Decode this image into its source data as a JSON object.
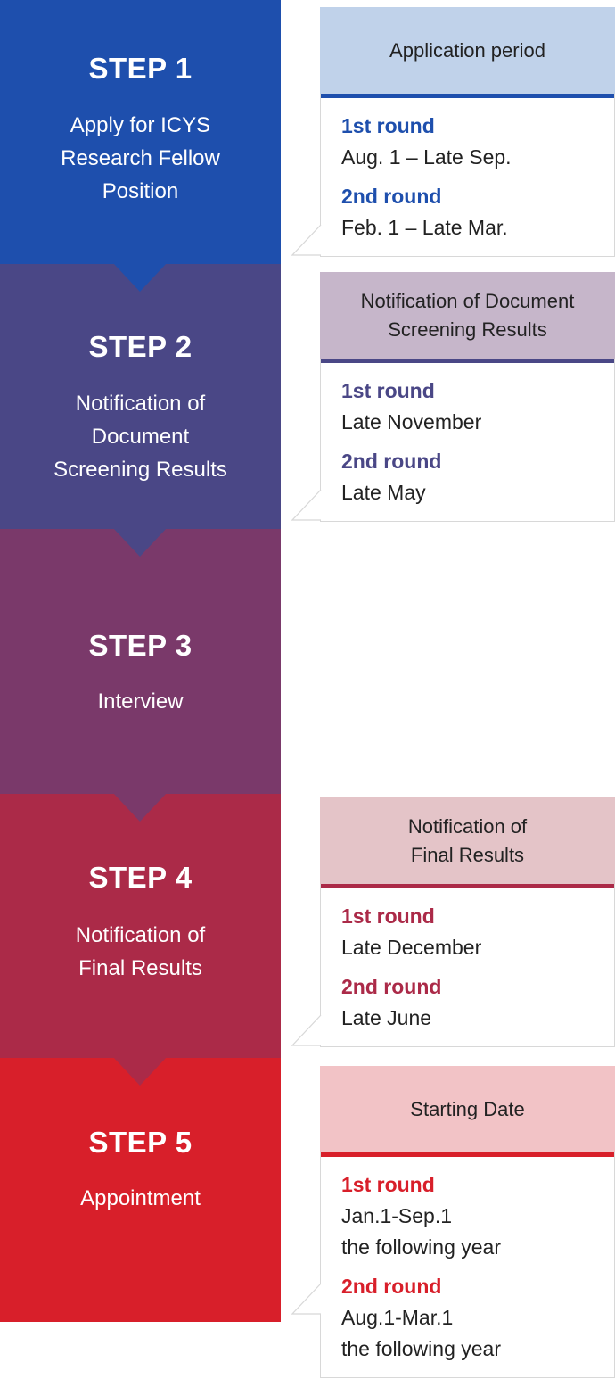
{
  "steps": [
    {
      "label": "STEP 1",
      "desc": [
        "Apply for ICYS",
        "Research Fellow",
        "Position"
      ],
      "color": "#1e4fad"
    },
    {
      "label": "STEP 2",
      "desc": [
        "Notification of",
        "Document",
        "Screening Results"
      ],
      "color": "#4a4786"
    },
    {
      "label": "STEP 3",
      "desc": [
        "Interview"
      ],
      "color": "#7a396a"
    },
    {
      "label": "STEP 4",
      "desc": [
        "Notification of",
        "Final Results"
      ],
      "color": "#ab2a48"
    },
    {
      "label": "STEP 5",
      "desc": [
        "Appointment"
      ],
      "color": "#d81f2a"
    }
  ],
  "cards": [
    {
      "title": [
        "Application period"
      ],
      "head_bg": "#c0d2ea",
      "accent": "#1e4fad",
      "rounds": [
        {
          "label": "1st round",
          "lines": [
            "Aug. 1 – Late Sep."
          ]
        },
        {
          "label": "2nd round",
          "lines": [
            "Feb. 1 – Late Mar."
          ]
        }
      ]
    },
    {
      "title": [
        "Notification of Document",
        "Screening Results"
      ],
      "head_bg": "#c6b6ca",
      "accent": "#4a4786",
      "rounds": [
        {
          "label": "1st round",
          "lines": [
            "Late November"
          ]
        },
        {
          "label": "2nd round",
          "lines": [
            "Late May"
          ]
        }
      ]
    },
    {
      "title": [
        "Notification of",
        "Final Results"
      ],
      "head_bg": "#e4c4c8",
      "accent": "#ab2a48",
      "rounds": [
        {
          "label": "1st round",
          "lines": [
            "Late December"
          ]
        },
        {
          "label": "2nd round",
          "lines": [
            "Late June"
          ]
        }
      ]
    },
    {
      "title": [
        "Starting Date"
      ],
      "head_bg": "#f2c3c6",
      "accent": "#d81f2a",
      "rounds": [
        {
          "label": "1st round",
          "lines": [
            "Jan.1-Sep.1",
            "the following year"
          ]
        },
        {
          "label": "2nd round",
          "lines": [
            "Aug.1-Mar.1",
            "the following year"
          ]
        }
      ]
    }
  ]
}
